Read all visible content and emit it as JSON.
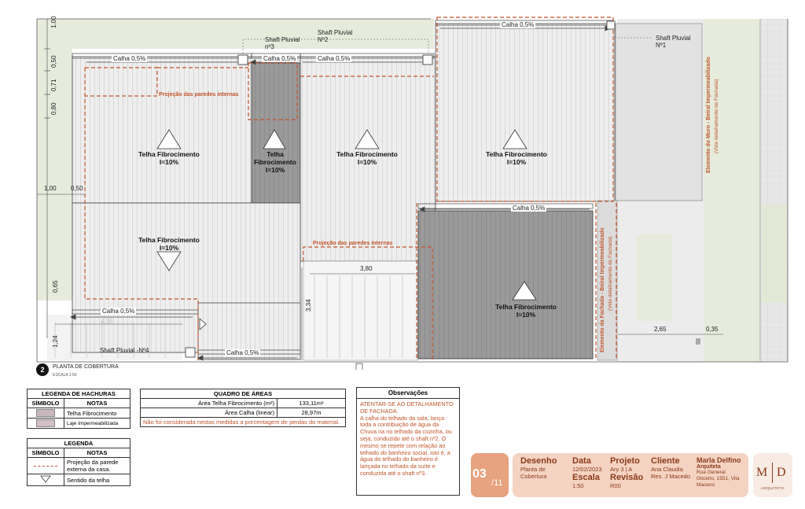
{
  "plan": {
    "dims": {
      "d_100_top": "1,00",
      "d_050": "0,50",
      "d_071": "0,71",
      "d_080": "0,80",
      "d_100_left": "1,00",
      "d_050_left": "0,50",
      "d_065": "0,65",
      "d_124": "1,24",
      "d_435": "4,35",
      "d_380": "3,80",
      "d_334": "3,34",
      "d_265": "2,65",
      "d_035": "0,35"
    },
    "gutters": {
      "g1": "Calha 0,5%",
      "g2": "Calha 0,5%",
      "g3": "Calha 0,5%",
      "g4": "Calha 0,5%",
      "g5": "Calha 0,5%",
      "g6": "Calha 0,5%",
      "g7": "Calha 0,5%"
    },
    "shafts": {
      "s1_a": "Shaft Pluvial",
      "s1_b": "Nº1",
      "s2_a": "Shaft Pluvial",
      "s2_b": "Nº2",
      "s3_a": "Shaft Pluvial",
      "s3_b": "nº3",
      "s4": "Shaft Pluvial -Nº4"
    },
    "roofs": {
      "r1_a": "Telha Fibrocimento",
      "r1_b": "I=10%",
      "r2_a": "Telha",
      "r2_b": "Fibrocimento",
      "r2_c": "I=10%",
      "r3_a": "Telha Fibrocimento",
      "r3_b": "I=10%",
      "r4_a": "Telha Fibrocimento",
      "r4_b": "I=10%",
      "r5_a": "Telha Fibrocimento",
      "r5_b": "I=10%",
      "r6_a": "Telha Fibrocimento",
      "r6_b": "I=10%"
    },
    "projections": {
      "p1": "Projeção das paredes internas",
      "p2": "Projeção das paredes internas"
    },
    "side_labels": {
      "wall_a": "Elemento do Muro - Beiral Impermeabilizado",
      "wall_b": "(Vide detalhamento de Fachada)",
      "fach_a": "Elemento da Fachada - Beiral Impermeabilizado",
      "fach_b": "(Vide detalhamento de Fachada)"
    },
    "drawing_number": "2",
    "drawing_title": "PLANTA DE COBERTURA",
    "drawing_scale": "ESCALA 1:50"
  },
  "legend_hatch": {
    "title": "LEGENDA DE HACHURAS",
    "col1": "SÍMBOLO",
    "col2": "NOTAS",
    "rows": [
      "Telha Fibrocimento",
      "Laje Impermeabilizada"
    ]
  },
  "legend": {
    "title": "LEGENDA",
    "col1": "SÍMBOLO",
    "col2": "NOTAS",
    "row1": "Projeção da parede externa da casa.",
    "row2": "Sentido da telha"
  },
  "areas": {
    "title": "QUADRO DE ÁREAS",
    "row1_label": "Área Telha Fibrocimento (m²)",
    "row1_value": "133,11m²",
    "row2_label": "Área Calha (linear)",
    "row2_value": "28,97m",
    "note": "Não foi considerada nestas medidas a porcentagem de perdas do material."
  },
  "observations": {
    "title": "Observações",
    "line1": "ATENTAR-SE AO DETALHAMENTO DE FACHADA.",
    "body": "A calha do telhado da sala, lança toda a contribuição de água da Chuva na no telhado da cozinha, ou seja, conduzido até o shaft nº2. O mesmo se repete com relação ao telhado do banheiro social, isto é, a água do telhado do banheiro é lançada no telhado da suíte e conduzida até o shaft nº3."
  },
  "title_block": {
    "sheet": "03",
    "total": "11",
    "desenho_h": "Desenho",
    "desenho_v1": "Planta de",
    "desenho_v2": "Cobertura",
    "data_h": "Data",
    "data_v": "12/02/2023",
    "escala_h": "Escala",
    "escala_v": "1:50",
    "projeto_h": "Projeto",
    "projeto_v": "Ary 3 | A",
    "revisao_h": "Revisão",
    "revisao_v": "R00",
    "cliente_h": "Cliente",
    "cliente_v1": "Ana Claudia",
    "cliente_v2": "Res. J Macedo",
    "arq_name": "Marla Delfino",
    "arq_role": "Arquiteta",
    "arq_addr1": "Rua General",
    "arq_addr2": "Glicério, 1551, Vila",
    "arq_addr3": "Maceno",
    "logo_m": "M",
    "logo_d": "D",
    "logo_sub": "ARQUITETA",
    "accent": "#e7a27f",
    "accent_light": "#f4d3c2"
  }
}
